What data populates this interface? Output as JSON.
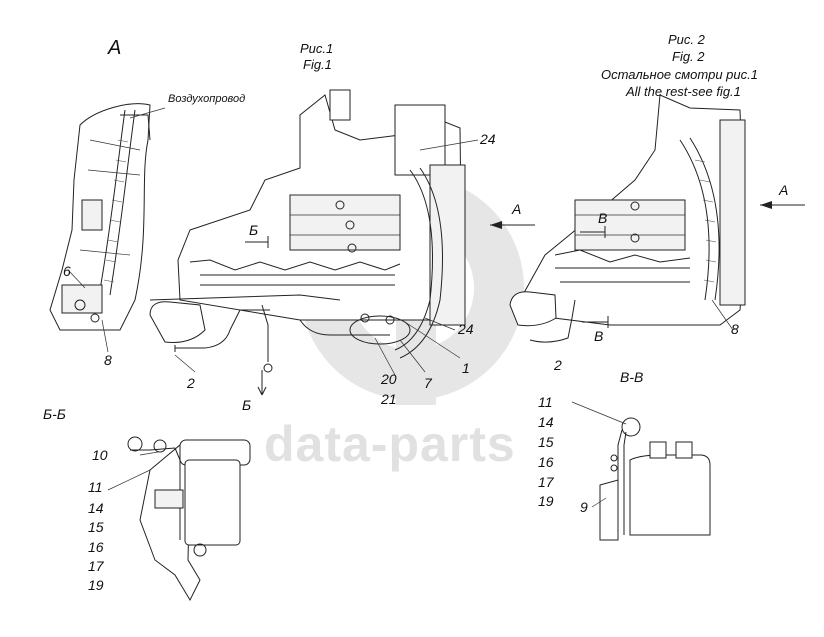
{
  "view_a": {
    "title": "А",
    "air_duct_label": "Воздухопровод",
    "callouts": [
      "6",
      "8"
    ]
  },
  "fig1": {
    "caption_ru": "Рис.1",
    "caption_en": "Fig.1",
    "arrow_a": "А",
    "section_b_top": "Б",
    "section_b_bottom": "Б",
    "callouts": [
      "24",
      "24",
      "2",
      "20",
      "21",
      "7",
      "1"
    ]
  },
  "fig2": {
    "caption_ru": "Рис. 2",
    "caption_en": "Fig. 2",
    "note_ru": "Остальное смотри рис.1",
    "note_en": "All the rest-see fig.1",
    "arrow_a": "А",
    "section_v_top": "В",
    "section_v_bottom": "В",
    "callouts": [
      "2",
      "8"
    ]
  },
  "section_bb": {
    "title": "Б-Б",
    "callouts": [
      "10",
      "11",
      "14",
      "15",
      "16",
      "17",
      "19"
    ]
  },
  "section_vv": {
    "title": "В-В",
    "callouts": [
      "11",
      "14",
      "15",
      "16",
      "17",
      "19",
      "9"
    ]
  },
  "watermark": {
    "text": "data-parts",
    "color": "#e1e1e1"
  }
}
